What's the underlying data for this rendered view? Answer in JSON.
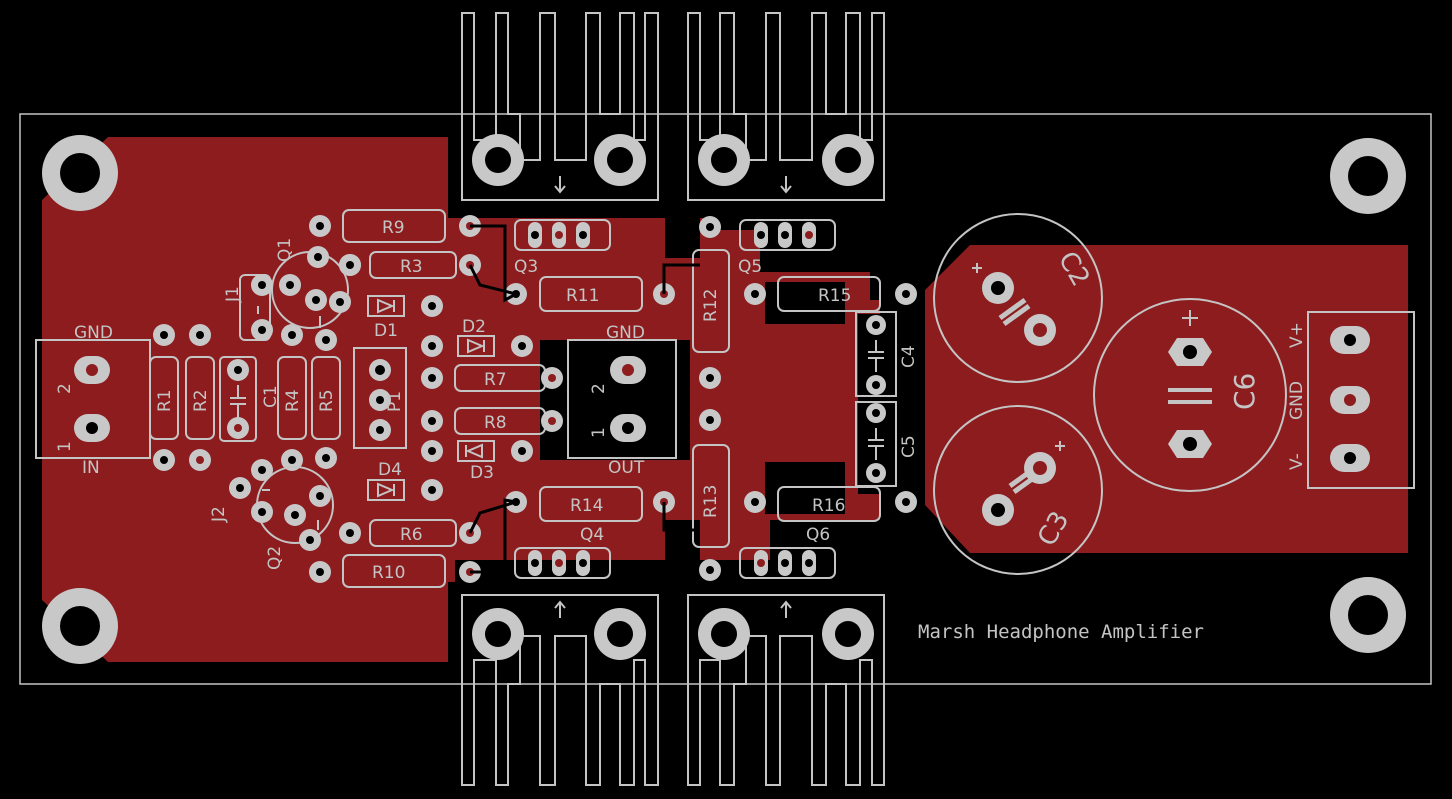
{
  "title": "Marsh Headphone Amplifier",
  "connectors": {
    "input": {
      "pin_top": "GND",
      "pin_bottom": "IN",
      "pin2": "2",
      "pin1": "1"
    },
    "output": {
      "pin_top": "GND",
      "pin_bottom": "OUT",
      "pin2": "2",
      "pin1": "1"
    },
    "power": {
      "v_plus": "V+",
      "gnd": "GND",
      "v_minus": "V-"
    }
  },
  "resistors": [
    "R1",
    "R2",
    "R3",
    "R4",
    "R5",
    "R6",
    "R7",
    "R8",
    "R9",
    "R10",
    "R11",
    "R12",
    "R13",
    "R14",
    "R15",
    "R16"
  ],
  "capacitors": [
    "C1",
    "C2",
    "C3",
    "C4",
    "C5",
    "C6"
  ],
  "diodes": [
    "D1",
    "D2",
    "D3",
    "D4"
  ],
  "transistors": [
    "Q1",
    "Q2",
    "Q3",
    "Q4",
    "Q5",
    "Q6"
  ],
  "jumpers": [
    "J1",
    "J2"
  ],
  "pot": "P1",
  "colors": {
    "copper": "#8c1c1e",
    "silkscreen": "#c4c4c4",
    "background": "#000000"
  }
}
